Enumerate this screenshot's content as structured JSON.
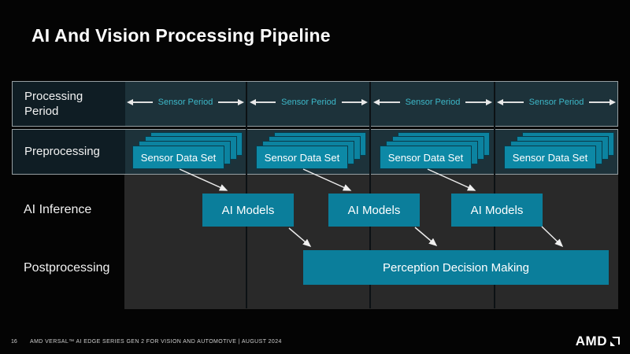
{
  "title": "AI And Vision Processing Pipeline",
  "diagram": {
    "rows": [
      {
        "label": "Processing Period"
      },
      {
        "label": "Preprocessing"
      },
      {
        "label": "AI Inference"
      },
      {
        "label": "Postprocessing"
      }
    ],
    "columns": [
      {
        "period": "Sensor Period",
        "dataset": "Sensor Data Set"
      },
      {
        "period": "Sensor Period",
        "dataset": "Sensor Data Set"
      },
      {
        "period": "Sensor Period",
        "dataset": "Sensor Data Set"
      },
      {
        "period": "Sensor Period",
        "dataset": "Sensor Data Set"
      }
    ],
    "ai_models": [
      "AI Models",
      "AI Models",
      "AI Models"
    ],
    "postprocessing_box": "Perception Decision Making"
  },
  "colors": {
    "teal_box": "#0b7e9b",
    "period_text": "#3db8c9",
    "band_bg": "#1d323a",
    "label_cell_bg": "#0f1d24",
    "chart_bg": "#292929",
    "band_border": "#969fa2"
  },
  "footer": {
    "page_number": "16",
    "text": "AMD VERSAL™ AI EDGE SERIES GEN 2 FOR VISION AND AUTOMOTIVE  |  AUGUST 2024",
    "logo": "AMD"
  }
}
